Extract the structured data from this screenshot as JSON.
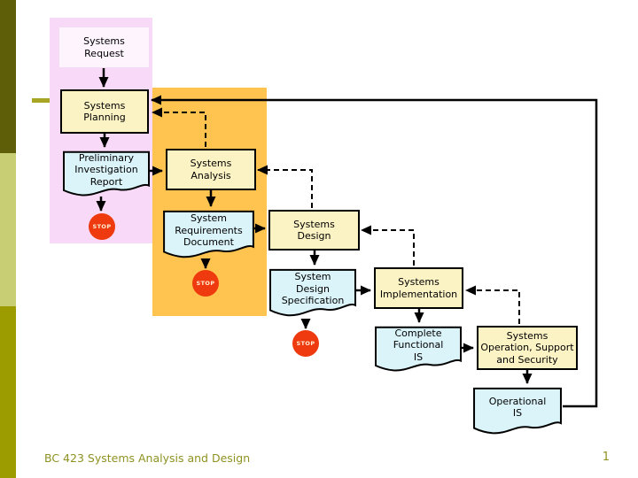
{
  "slide": {
    "footer_text": "BC 423 Systems Analysis and Design",
    "page_number": "1"
  },
  "colors": {
    "pink-bg": "#F9D9F8",
    "orange-bg": "#FFC34F",
    "process-fill": "#FCF3C5",
    "request-fill": "#FEF4FE",
    "document-fill": "#DBF4FA",
    "stop-fill": "#EE3A0E",
    "stop-text": "#FFEFD5",
    "bar-top": "#5E5E08",
    "bar-middle": "#C8CE73",
    "bar-bottom": "#9C9C00",
    "accent-dash": "#A9A524",
    "footer-text": "#8E9222",
    "line": "#000000"
  },
  "nodes": {
    "systems_request": "Systems\nRequest",
    "systems_planning": "Systems\nPlanning",
    "preliminary_investigation_report": "Preliminary\nInvestigation\nReport",
    "systems_analysis": "Systems\nAnalysis",
    "system_requirements_document": "System\nRequirements\nDocument",
    "systems_design": "Systems\nDesign",
    "system_design_specification": "System\nDesign\nSpecification",
    "systems_implementation": "Systems\nImplementation",
    "complete_functional_is": "Complete\nFunctional\nIS",
    "systems_operation_support_security": "Systems\nOperation, Support\nand Security",
    "operational_is": "Operational\nIS",
    "stop": "STOP"
  }
}
